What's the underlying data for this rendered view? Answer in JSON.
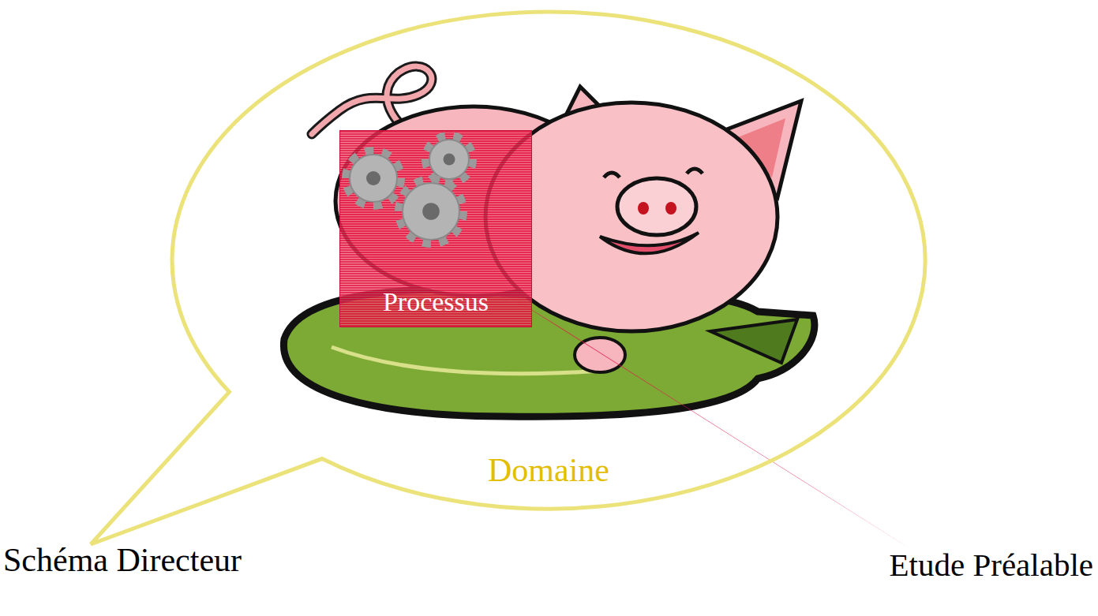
{
  "diagram": {
    "nodes": [
      {
        "text": [
          "Domaine"
        ]
      },
      {
        "text": [
          "Processus"
        ],
        "in": 0
      }
    ],
    "labels": [
      "Schéma Directeur",
      "Etude Préalable"
    ]
  }
}
